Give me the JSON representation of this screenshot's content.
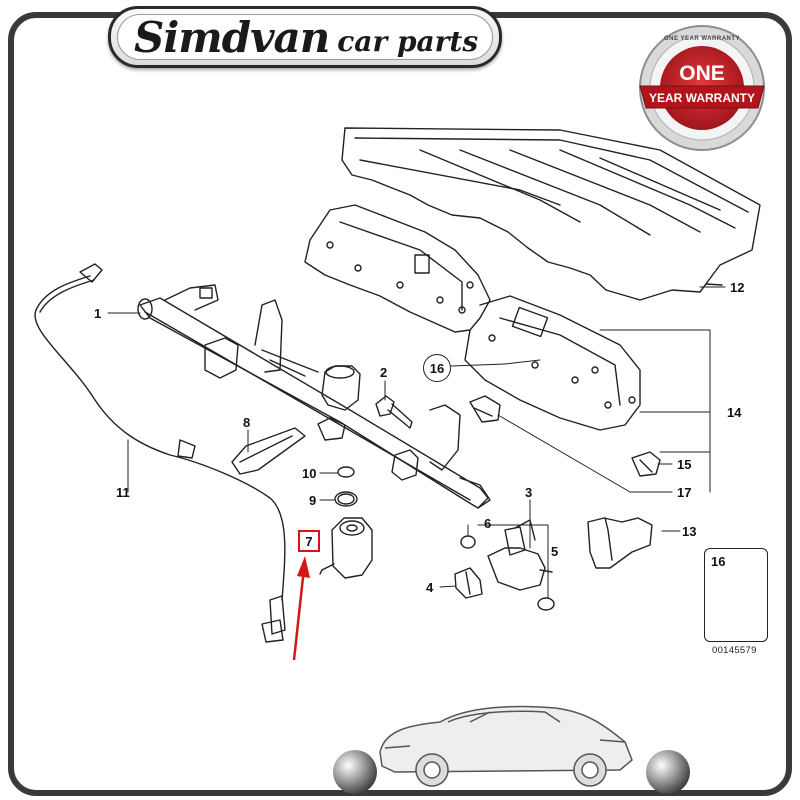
{
  "brand": {
    "name": "Simdvan",
    "tagline": "car parts"
  },
  "warranty_badge": {
    "line1": "ONE",
    "line2": "YEAR WARRANTY",
    "ring_text": "ONE YEAR WARRANTY",
    "color": "#c8202a"
  },
  "callouts": {
    "c1": "1",
    "c2": "2",
    "c3": "3",
    "c4": "4",
    "c5": "5",
    "c6": "6",
    "c7": "7",
    "c8": "8",
    "c9": "9",
    "c10": "10",
    "c11": "11",
    "c12": "12",
    "c13": "13",
    "c14": "14",
    "c15": "15",
    "c16a": "16",
    "c16b": "16",
    "c17": "17"
  },
  "reference_code": "00145579",
  "colors": {
    "highlight": "#d41616",
    "line": "#222222",
    "frame": "#3a3a3a"
  }
}
